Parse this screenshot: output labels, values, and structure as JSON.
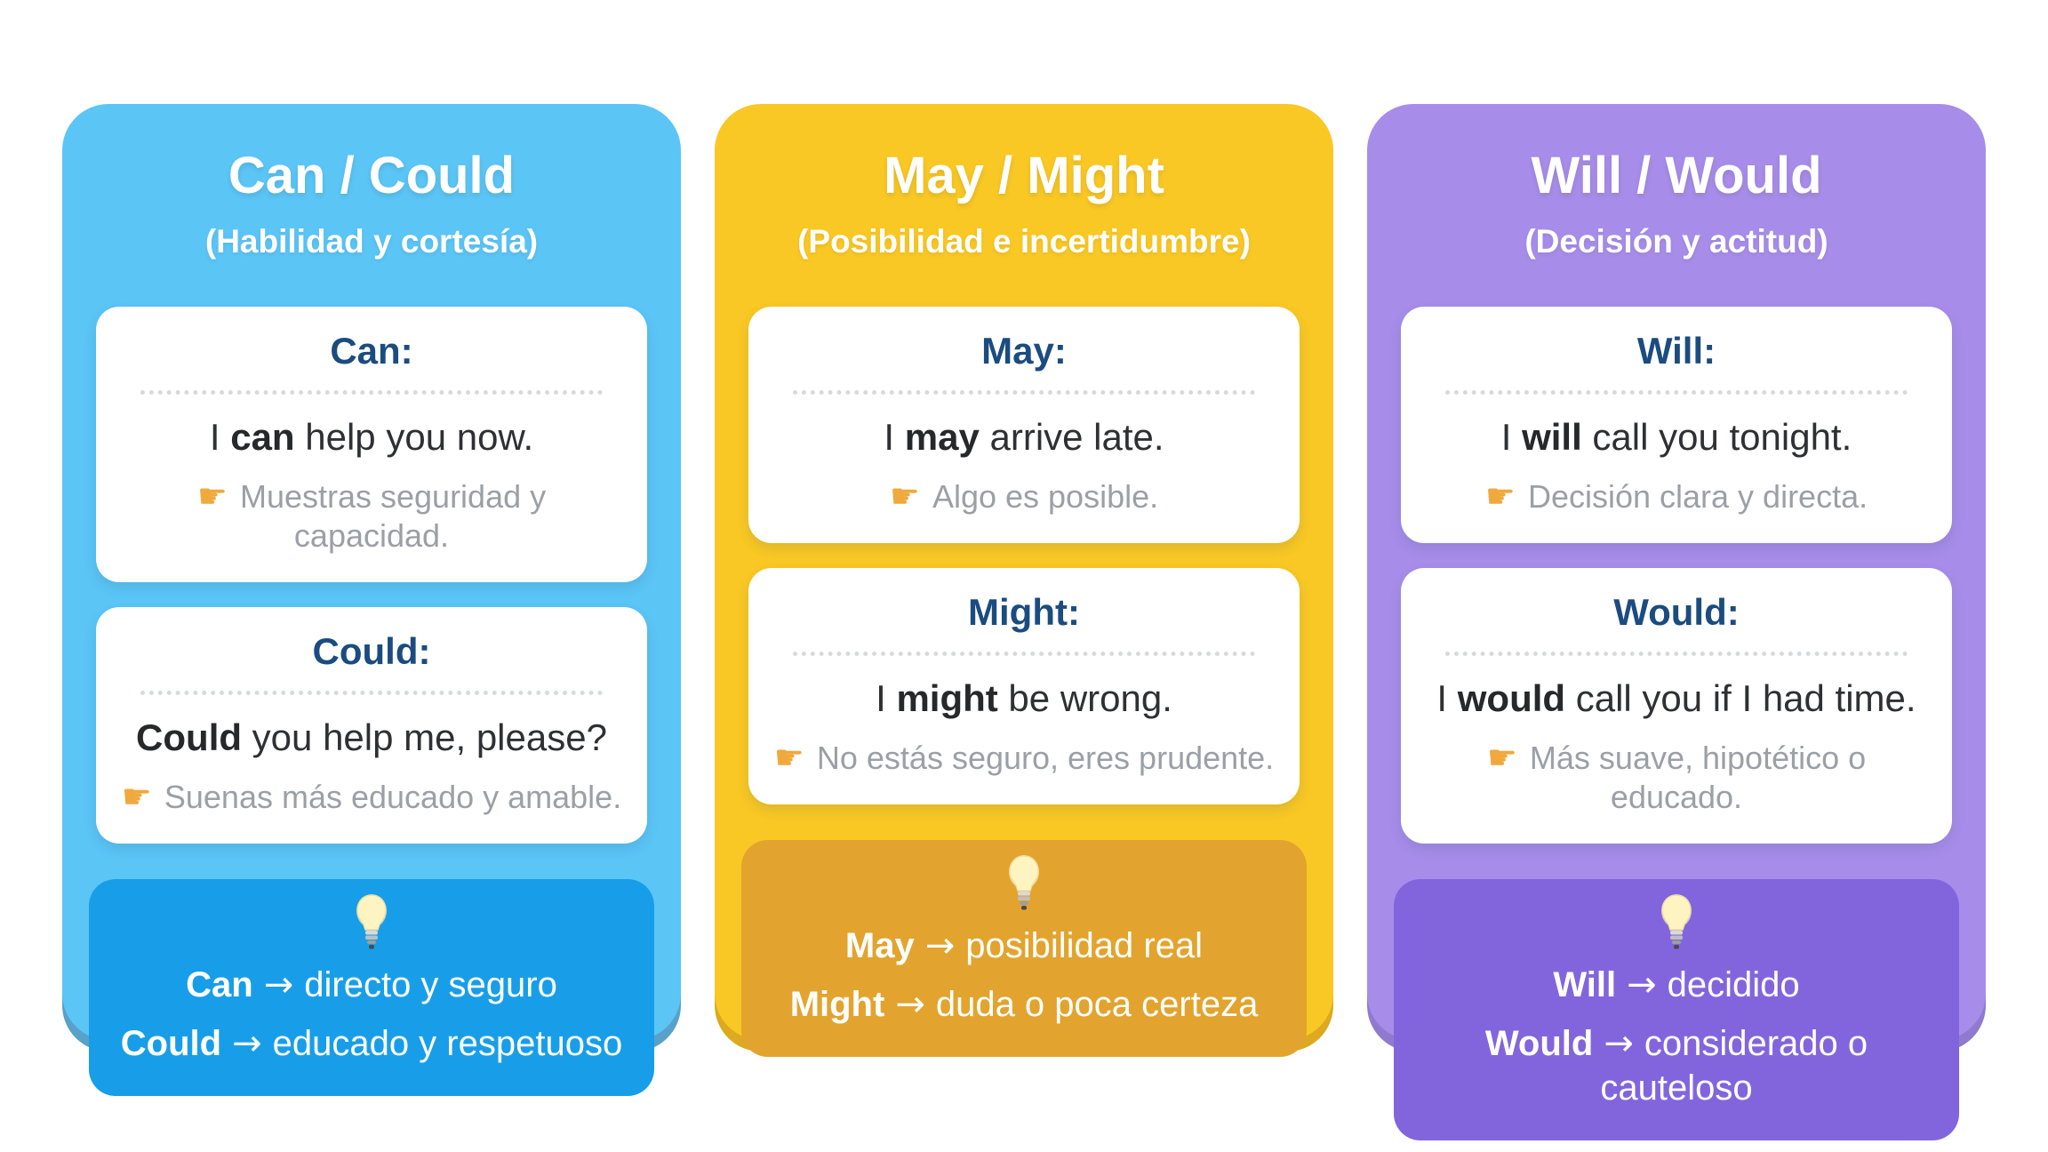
{
  "page": {
    "background": "#FFFFFF"
  },
  "icons": {
    "pointer_glyph": "☛",
    "lightbulb": "lightbulb-icon"
  },
  "theme": {
    "heading_color": "#1B4C80",
    "sentence_color": "#2E3033",
    "note_color": "#9BA0A6",
    "pointer_color": "#F0A93C",
    "divider_color": "#D7DADD",
    "title_color": "#FFFFFF"
  },
  "cards": [
    {
      "title": "Can / Could",
      "subtitle": "(Habilidad y cortesía)",
      "colors": {
        "base": "#5BC5F6",
        "deep": "#189EE8",
        "edge": "#58A1C8"
      },
      "sections": [
        {
          "heading": "Can:",
          "example": {
            "prefix": "I ",
            "bold": "can",
            "suffix": " help you now."
          },
          "note": "Muestras seguridad y capacidad."
        },
        {
          "heading": "Could:",
          "example": {
            "prefix": "",
            "bold": "Could",
            "suffix": " you help me, please?"
          },
          "note": "Suenas más educado y amable."
        }
      ],
      "summary": {
        "rows": [
          {
            "term": "Can",
            "arrow": "→",
            "meaning": "directo y seguro"
          },
          {
            "term": "Could",
            "arrow": "→",
            "meaning": "educado y respetuoso"
          }
        ]
      }
    },
    {
      "title": "May / Might",
      "subtitle": "(Posibilidad e incertidumbre)",
      "colors": {
        "base": "#F9C825",
        "deep": "#E2A42E",
        "edge": "#DCA91F"
      },
      "sections": [
        {
          "heading": "May:",
          "example": {
            "prefix": "I ",
            "bold": "may",
            "suffix": " arrive late."
          },
          "note": "Algo es posible."
        },
        {
          "heading": "Might:",
          "example": {
            "prefix": "I ",
            "bold": "might",
            "suffix": " be wrong."
          },
          "note": "No estás seguro, eres prudente."
        }
      ],
      "summary": {
        "rows": [
          {
            "term": "May",
            "arrow": "→",
            "meaning": "posibilidad real"
          },
          {
            "term": "Might",
            "arrow": "→",
            "meaning": "duda o poca certeza"
          }
        ]
      }
    },
    {
      "title": "Will / Would",
      "subtitle": "(Decisión y actitud)",
      "colors": {
        "base": "#A78DE9",
        "deep": "#8265DD",
        "edge": "#8F7ACF"
      },
      "sections": [
        {
          "heading": "Will:",
          "example": {
            "prefix": "I ",
            "bold": "will",
            "suffix": " call you tonight."
          },
          "note": "Decisión clara y directa."
        },
        {
          "heading": "Would:",
          "example": {
            "prefix": "I ",
            "bold": "would",
            "suffix": " call you if I had time."
          },
          "note": "Más suave, hipotético o educado."
        }
      ],
      "summary": {
        "rows": [
          {
            "term": "Will",
            "arrow": "→",
            "meaning": "decidido"
          },
          {
            "term": "Would",
            "arrow": "→",
            "meaning": "considerado o cauteloso"
          }
        ]
      }
    }
  ]
}
